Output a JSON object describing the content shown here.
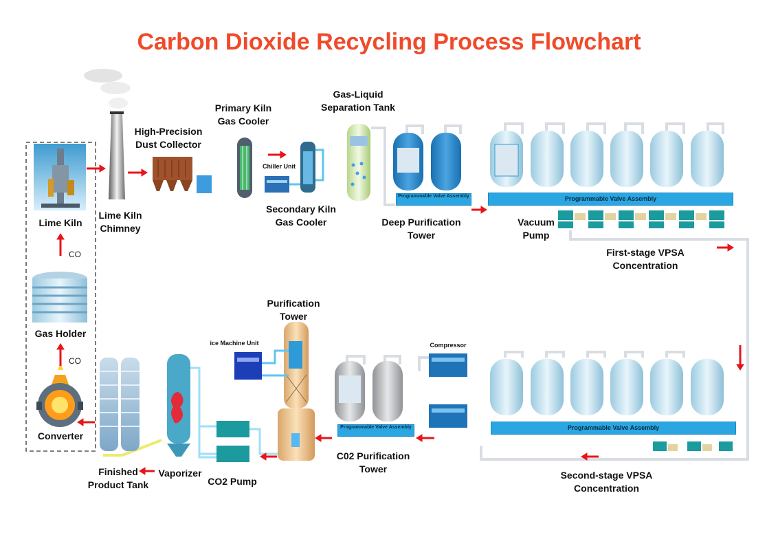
{
  "title": "Carbon Dioxide Recycling Process Flowchart",
  "colors": {
    "title": "#f04a2a",
    "arrow": "#e8141a",
    "bar": "#2aa7e3",
    "pipe": "#d9dde3"
  },
  "labels": {
    "lime_kiln": "Lime Kiln",
    "gas_holder": "Gas Holder",
    "converter": "Converter",
    "co_1": "CO",
    "co_2": "CO",
    "lime_kiln_chimney": "Lime Kiln Chimney",
    "dust_collector": "High-Precision Dust Collector",
    "primary_cooler": "Primary Kiln Gas Cooler",
    "chiller_unit": "Chiller Unit",
    "secondary_cooler": "Secondary Kiln Gas Cooler",
    "gas_liquid_tank": "Gas-Liquid Separation Tank",
    "deep_purification": "Deep Purification Tower",
    "valve_assembly_small_1": "Programmable Valve Assembly",
    "valve_assembly_big_1": "Programmable Valve Assembly",
    "vacuum_pump": "Vacuum Pump",
    "first_vpsa": "First-stage VPSA Concentration",
    "second_vpsa": "Second-stage VPSA Concentration",
    "valve_assembly_big_2": "Programmable Valve Assembly",
    "compressor": "Compressor",
    "valve_assembly_small_2": "Programmable Valve Assembly",
    "co2_purification": "C02 Purification Tower",
    "purification_tower": "Purification Tower",
    "ice_machine": "ice Machine Unit",
    "co2_pump": "CO2 Pump",
    "vaporizer": "Vaporizer",
    "finished_tank": "Finished Product Tank"
  }
}
